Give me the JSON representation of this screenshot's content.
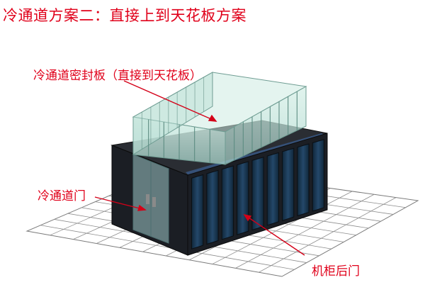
{
  "title": "冷通道方案二：直接上到天花板方案",
  "labels": {
    "ceiling_panel": "冷通道密封板（直接到天花板）",
    "aisle_door": "冷通道门",
    "rack_rear_door": "机柜后门"
  },
  "colors": {
    "label_text": "#e0001a",
    "arrow": "#d40018",
    "rack_body": "#1b1e24",
    "rack_door": "#1d3a52",
    "glass": "#bfe2d6",
    "floor_grid": "#808080"
  }
}
